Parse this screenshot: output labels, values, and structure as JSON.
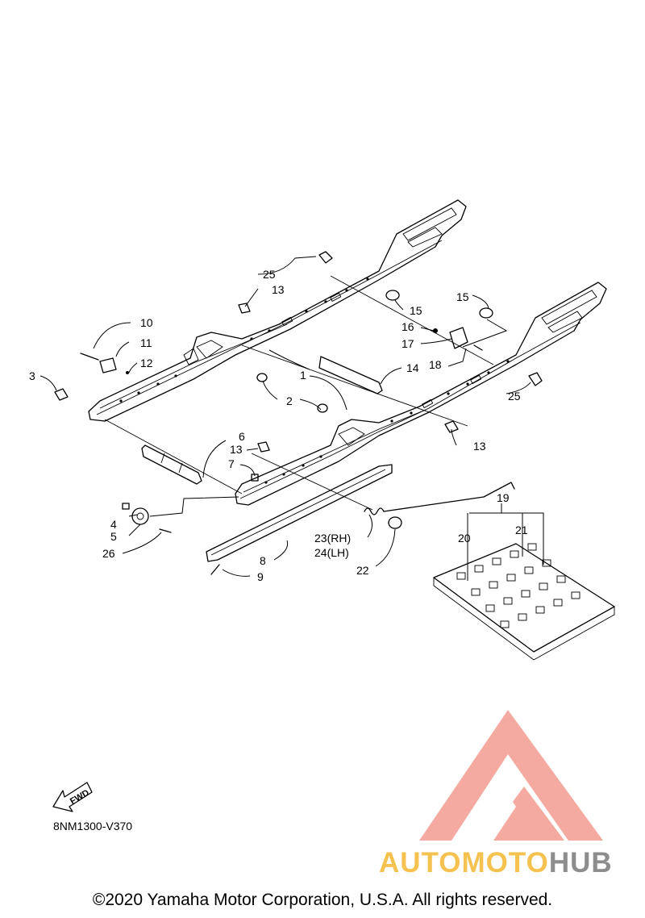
{
  "callouts": [
    {
      "id": "1",
      "label": "1"
    },
    {
      "id": "2",
      "label": "2"
    },
    {
      "id": "3",
      "label": "3"
    },
    {
      "id": "4",
      "label": "4"
    },
    {
      "id": "5",
      "label": "5"
    },
    {
      "id": "6",
      "label": "6"
    },
    {
      "id": "7",
      "label": "7"
    },
    {
      "id": "8",
      "label": "8"
    },
    {
      "id": "9",
      "label": "9"
    },
    {
      "id": "10",
      "label": "10"
    },
    {
      "id": "11",
      "label": "11"
    },
    {
      "id": "12",
      "label": "12"
    },
    {
      "id": "13a",
      "label": "13"
    },
    {
      "id": "13b",
      "label": "13"
    },
    {
      "id": "13c",
      "label": "13"
    },
    {
      "id": "14",
      "label": "14"
    },
    {
      "id": "15a",
      "label": "15"
    },
    {
      "id": "15b",
      "label": "15"
    },
    {
      "id": "16",
      "label": "16"
    },
    {
      "id": "17",
      "label": "17"
    },
    {
      "id": "18",
      "label": "18"
    },
    {
      "id": "19",
      "label": "19"
    },
    {
      "id": "20",
      "label": "20"
    },
    {
      "id": "21",
      "label": "21"
    },
    {
      "id": "22",
      "label": "22"
    },
    {
      "id": "23",
      "label": "23(RH)"
    },
    {
      "id": "24",
      "label": "24(LH)"
    },
    {
      "id": "25a",
      "label": "25"
    },
    {
      "id": "25b",
      "label": "25"
    },
    {
      "id": "26",
      "label": "26"
    }
  ],
  "fwd_label": "FWD",
  "diagram_code": "8NM1300-V370",
  "copyright": "©2020 Yamaha Motor Corporation, U.S.A. All rights reserved.",
  "watermark": {
    "part1": "AUTOMOTO",
    "part2": "HUB",
    "color_a": "#f6c24f",
    "color_b": "#8d8d8d",
    "logo_color": "#f08a7e"
  }
}
